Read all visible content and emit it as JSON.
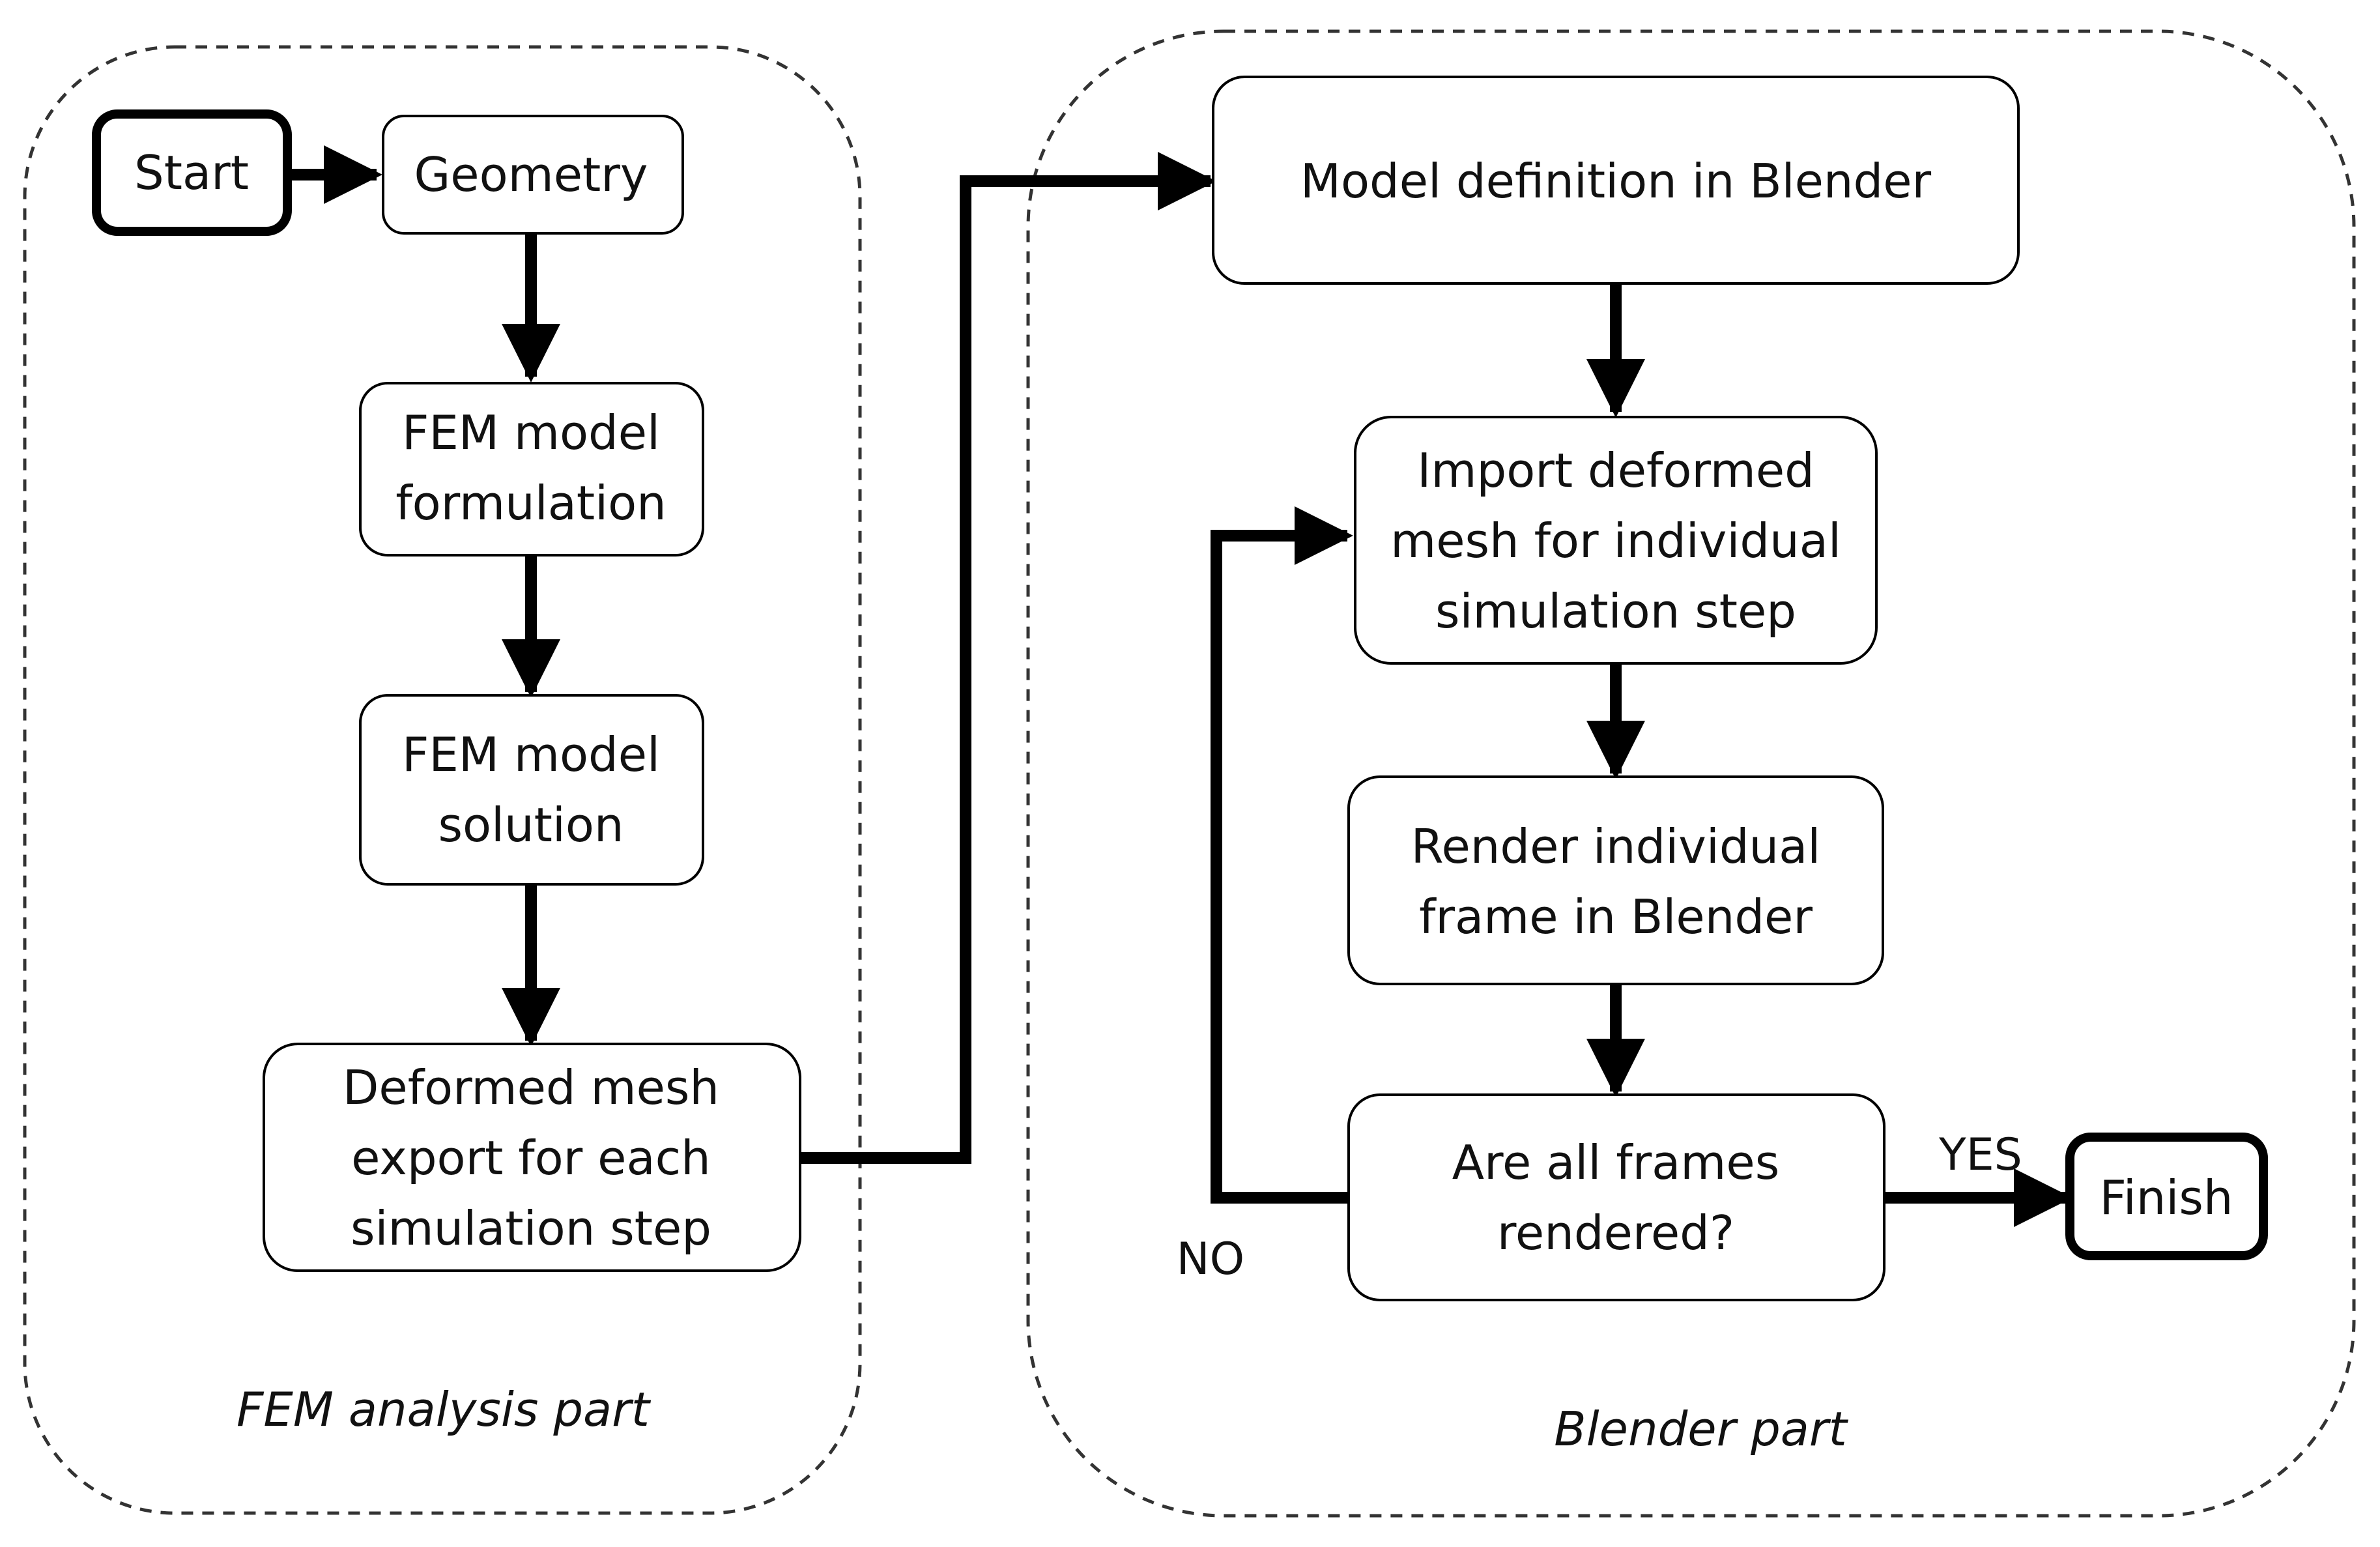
{
  "groups": {
    "fem": {
      "label": "FEM analysis part"
    },
    "blender": {
      "label": "Blender part"
    }
  },
  "nodes": {
    "start": {
      "lines": [
        "Start"
      ]
    },
    "geometry": {
      "lines": [
        "Geometry"
      ]
    },
    "fem_formulation": {
      "lines": [
        "FEM model",
        "formulation"
      ]
    },
    "fem_solution": {
      "lines": [
        "FEM model",
        "solution"
      ]
    },
    "mesh_export": {
      "lines": [
        "Deformed mesh",
        "export for each",
        "simulation step"
      ]
    },
    "model_definition": {
      "lines": [
        "Model definition in Blender"
      ]
    },
    "import_mesh": {
      "lines": [
        "Import deformed",
        "mesh for individual",
        "simulation step"
      ]
    },
    "render_frame": {
      "lines": [
        "Render individual",
        "frame in Blender"
      ]
    },
    "all_rendered": {
      "lines": [
        "Are all frames",
        "rendered?"
      ]
    },
    "finish": {
      "lines": [
        "Finish"
      ]
    }
  },
  "edges": {
    "yes_label": "YES",
    "no_label": "NO"
  },
  "colors": {
    "stroke": "#000000",
    "dashed_border": "#333333",
    "node_fill": "#ffffff"
  }
}
